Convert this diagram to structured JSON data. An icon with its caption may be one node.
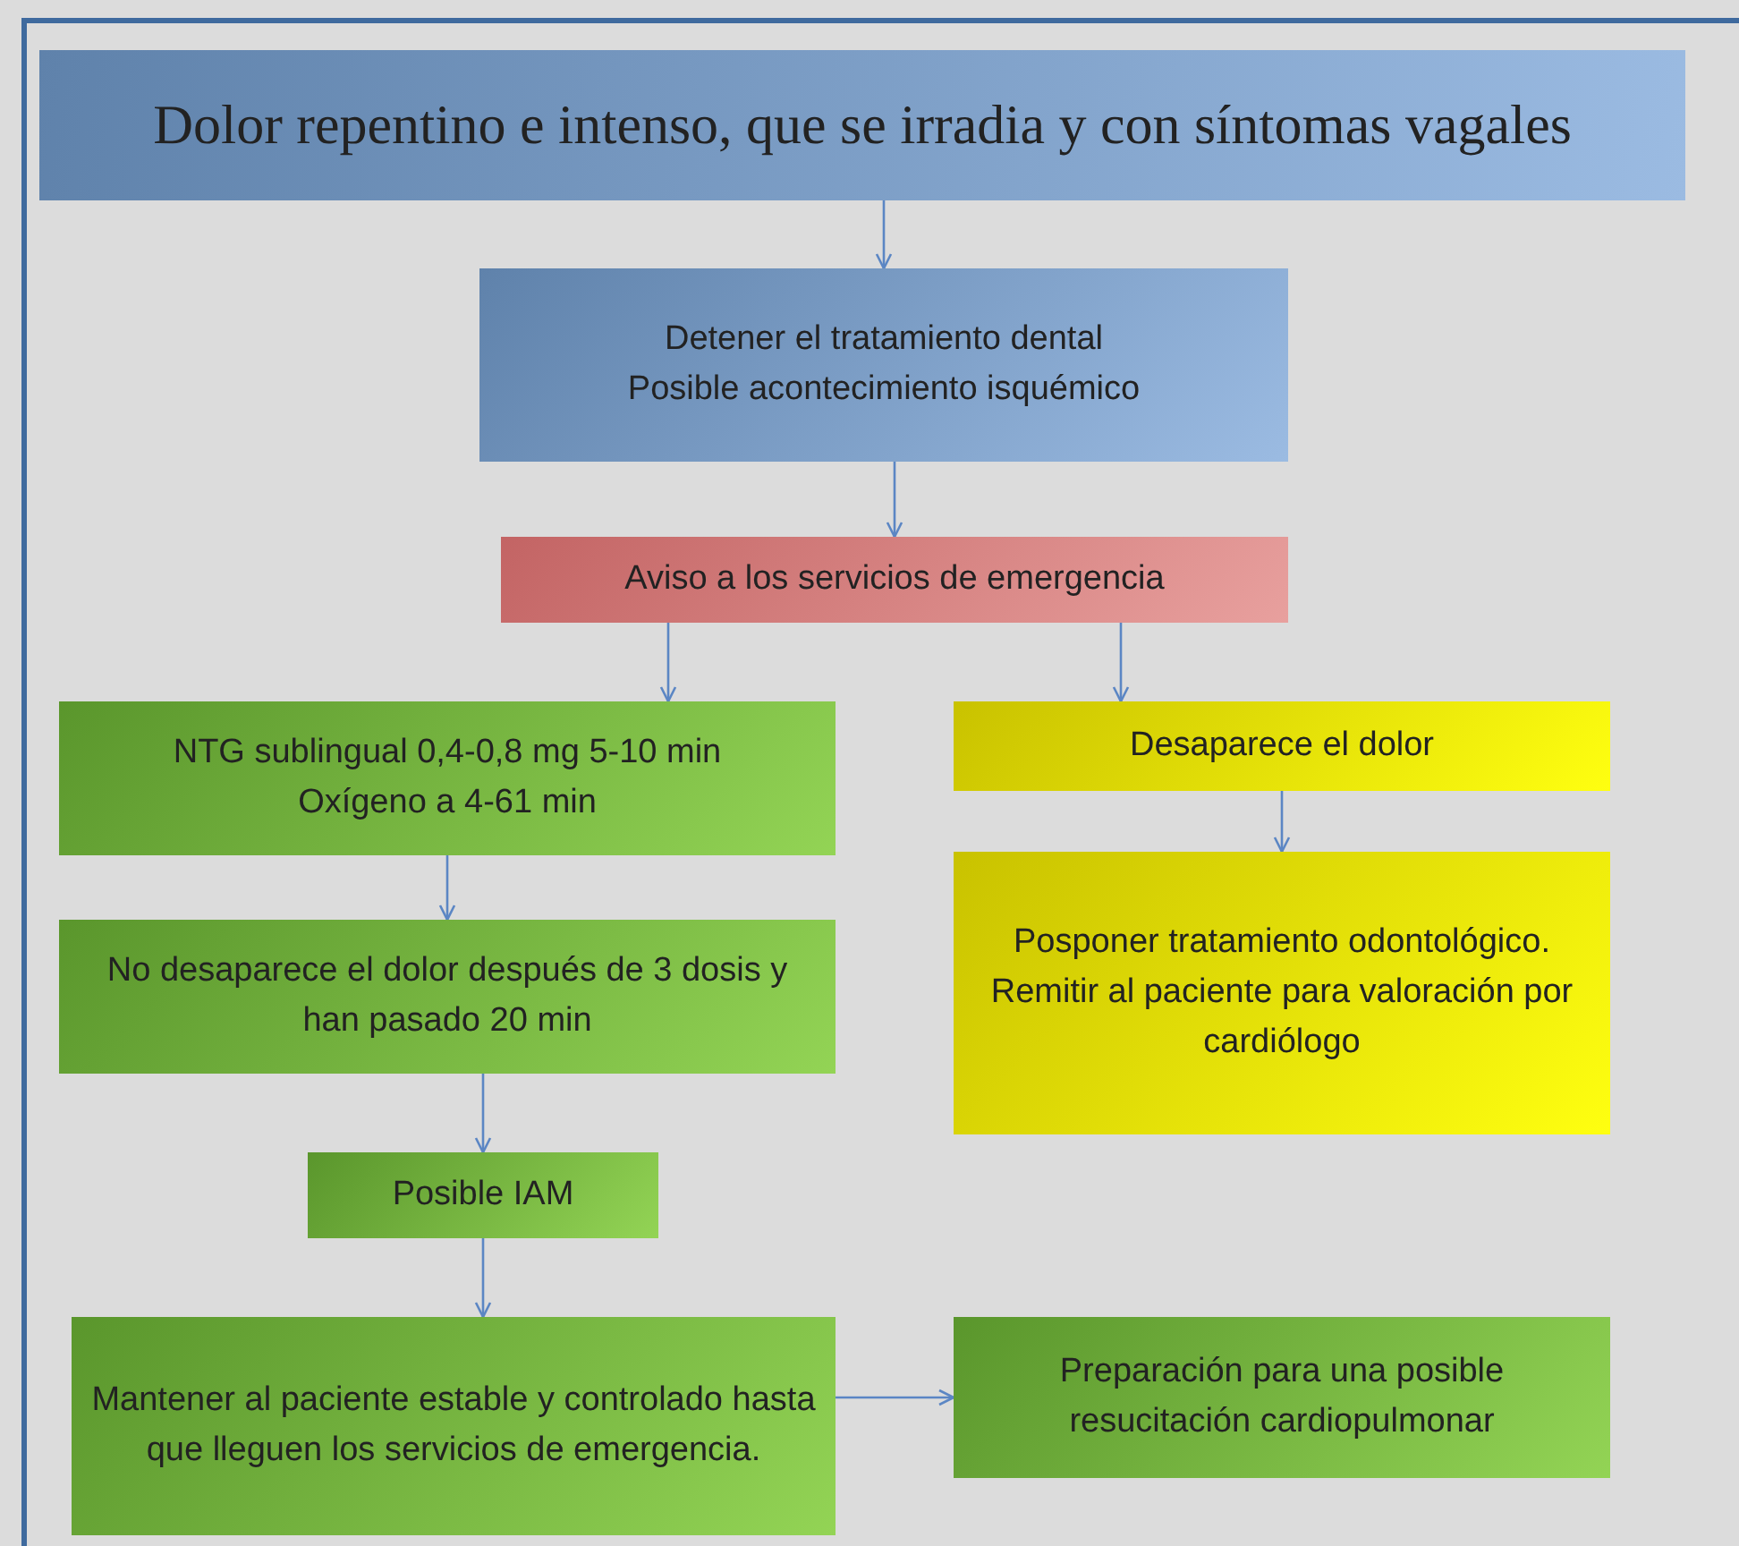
{
  "diagram": {
    "nodes": [
      {
        "text": [
          "Dolor repentino e intenso, que se irradia y con síntomas vagales"
        ]
      },
      {
        "text": [
          "Detener el tratamiento dental",
          "Posible acontecimiento isquémico"
        ]
      },
      {
        "text": [
          "Aviso a los servicios de emergencia"
        ]
      },
      {
        "text": [
          "NTG sublingual 0,4-0,8 mg 5-10 min",
          "Oxígeno a 4-61 min"
        ]
      },
      {
        "text": [
          "No desaparece el dolor después de 3 dosis y han pasado 20 min"
        ]
      },
      {
        "text": [
          "Posible IAM"
        ]
      },
      {
        "text": [
          "Mantener al paciente estable y controlado hasta que lleguen los servicios de emergencia."
        ]
      },
      {
        "text": [
          "Desaparece el dolor"
        ]
      },
      {
        "text": [
          "Posponer tratamiento odontológico.",
          "Remitir al paciente para valoración por cardiólogo"
        ]
      },
      {
        "text": [
          "Preparación para una posible resucitación cardiopulmonar"
        ]
      }
    ],
    "edges": [
      {
        "from": 0,
        "to": 1,
        "arrow": "to"
      },
      {
        "from": 1,
        "to": 2,
        "arrow": "to"
      },
      {
        "from": 2,
        "to": 3,
        "arrow": "to"
      },
      {
        "from": 2,
        "to": 7,
        "arrow": "to"
      },
      {
        "from": 3,
        "to": 4,
        "arrow": "to"
      },
      {
        "from": 4,
        "to": 5,
        "arrow": "to"
      },
      {
        "from": 5,
        "to": 6,
        "arrow": "to"
      },
      {
        "from": 7,
        "to": 8,
        "arrow": "to"
      },
      {
        "from": 6,
        "to": 9,
        "arrow": "to"
      }
    ]
  }
}
